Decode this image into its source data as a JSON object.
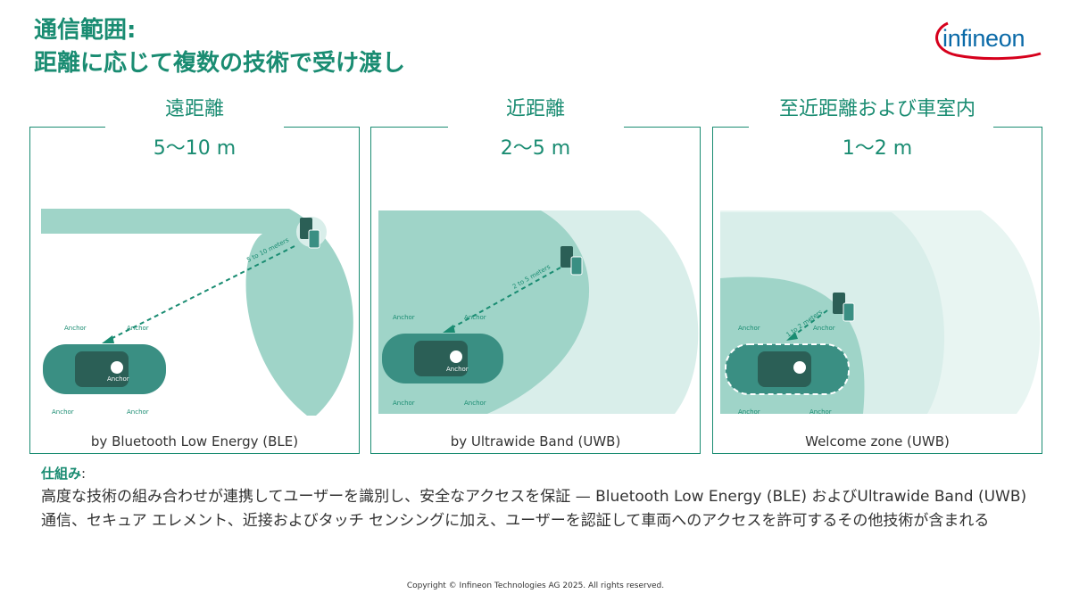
{
  "title": {
    "line1": "通信範囲:",
    "line2": "距離に応じて複数の技術で受け渡し"
  },
  "logo": {
    "text": "infineon"
  },
  "colors": {
    "accent": "#1a8c72",
    "zone_dark": "#9fd4c8",
    "zone_light": "#d9eeea",
    "car": "#3a8f83",
    "logo_blue": "#0a6aa8",
    "logo_red": "#d6001c"
  },
  "panels": [
    {
      "heading": "遠距離",
      "range": "5〜10 m",
      "distance_label": "5 to 10 meters",
      "footer": "by Bluetooth Low Energy (BLE)",
      "anchors": [
        "Anchor",
        "Anchor",
        "Anchor",
        "Anchor",
        "Anchor"
      ]
    },
    {
      "heading": "近距離",
      "range": "2〜5 m",
      "distance_label": "2 to 5 meters",
      "footer": "by Ultrawide Band (UWB)",
      "anchors": [
        "Anchor",
        "Anchor",
        "Anchor",
        "Anchor",
        "Anchor"
      ]
    },
    {
      "heading": "至近距離および車室内",
      "range": "1〜2 m",
      "distance_label": "1 to 2 meters",
      "footer": "Welcome zone (UWB)",
      "anchors": [
        "Anchor",
        "Anchor",
        "Anchor",
        "Anchor"
      ]
    }
  ],
  "mechanism": {
    "label": "仕組み",
    "colon": ":",
    "text": "高度な技術の組み合わせが連携してユーザーを識別し、安全なアクセスを保証 — Bluetooth Low Energy (BLE) およびUltrawide Band (UWB) 通信、セキュア エレメント、近接およびタッチ センシングに加え、ユーザーを認証して車両へのアクセスを許可するその他技術が含まれる"
  },
  "copyright": "Copyright © Infineon Technologies AG 2025. All rights reserved."
}
